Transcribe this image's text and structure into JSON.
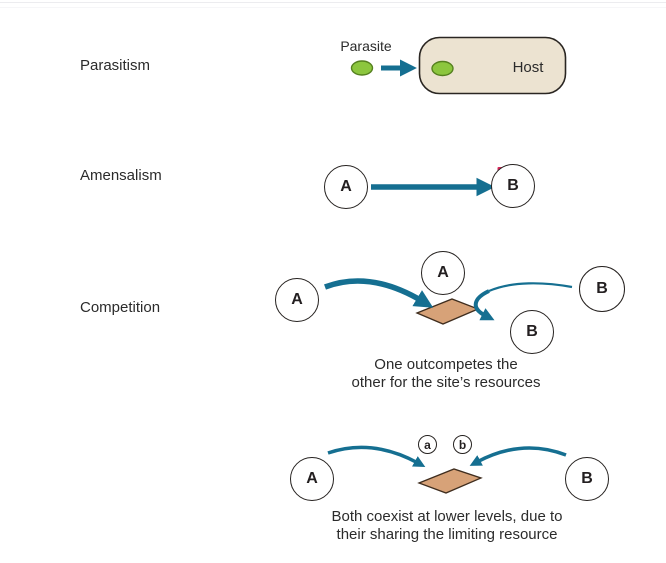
{
  "figure": {
    "title": "Types of microbial interactions diagram"
  },
  "colors": {
    "arrow_teal": "#156f91",
    "parasite_green_fill": "#8cc63e",
    "parasite_green_stroke": "#55801f",
    "host_capsule_fill": "#ece3d1",
    "host_capsule_stroke": "#2a2622",
    "resource_diamond_fill": "#d7a278",
    "resource_diamond_stroke": "#3f2d1e",
    "minus_red": "#d6275b",
    "text": "#2b2b2b",
    "node_stroke": "#262220"
  },
  "icons": {
    "negative_effect": "minus-icon",
    "resource": "diamond-icon",
    "organism": "green-ellipse-icon",
    "interaction": "arrow-icon"
  },
  "sections": {
    "parasitism": {
      "label": "Parasitism",
      "parasite_label": "Parasite",
      "host_label": "Host"
    },
    "amensalism": {
      "label": "Amensalism",
      "source_node": "A",
      "target_node": "B"
    },
    "competition": {
      "label": "Competition",
      "left_node": "A",
      "winner_node": "A",
      "loser_node": "B",
      "right_node": "B",
      "caption_line1": "One outcompetes the",
      "caption_line2": "other for the site’s resources"
    },
    "coexistence": {
      "left_node": "A",
      "right_node": "B",
      "small_left_node": "a",
      "small_right_node": "b",
      "caption_line1": "Both coexist at lower levels, due to",
      "caption_line2": "their sharing the limiting resource"
    }
  }
}
